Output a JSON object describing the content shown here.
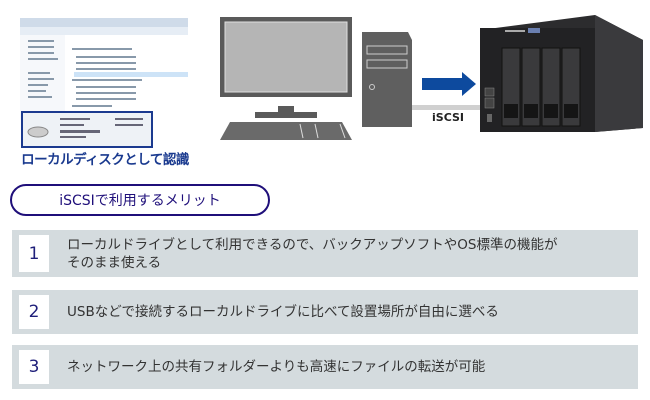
{
  "left_panel": {
    "caption": "ローカルディスクとして認識",
    "caption_color": "#1a3a8f"
  },
  "diagram": {
    "connection_label": "iSCSI",
    "arrow_color": "#0d4a9e"
  },
  "merits": {
    "title": "iSCSIで利用するメリット",
    "title_color": "#1f0f7a",
    "items": [
      {
        "number": "1",
        "text": "ローカルドライブとして利用できるので、バックアップソフトやOS標準の機能がそのまま使える"
      },
      {
        "number": "2",
        "text": "USBなどで接続するローカルドライブに比べて設置場所が自由に選べる"
      },
      {
        "number": "3",
        "text": "ネットワーク上の共有フォルダーよりも高速にファイルの転送が可能"
      }
    ]
  }
}
